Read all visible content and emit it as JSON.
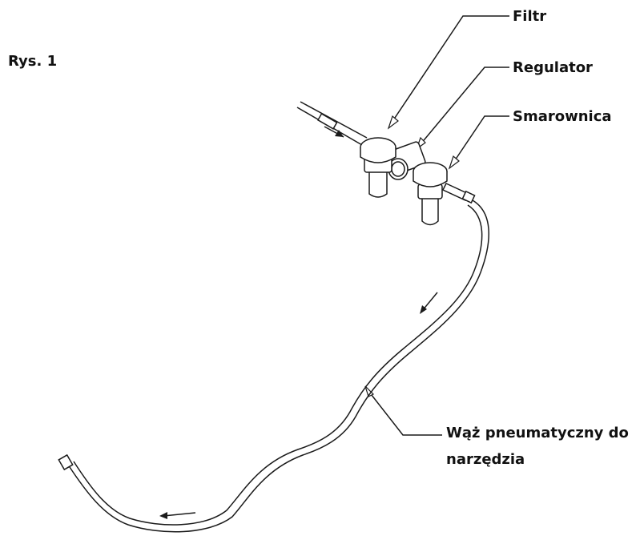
{
  "figure": {
    "caption": "Rys. 1"
  },
  "labels": {
    "filter": "Filtr",
    "regulator": "Regulator",
    "lubricator": "Smarownica",
    "hose_line1": "Wąż pneumatyczny do",
    "hose_line2": "narzędzia"
  },
  "colors": {
    "line": "#1a1a1a",
    "fill": "#ffffff"
  }
}
